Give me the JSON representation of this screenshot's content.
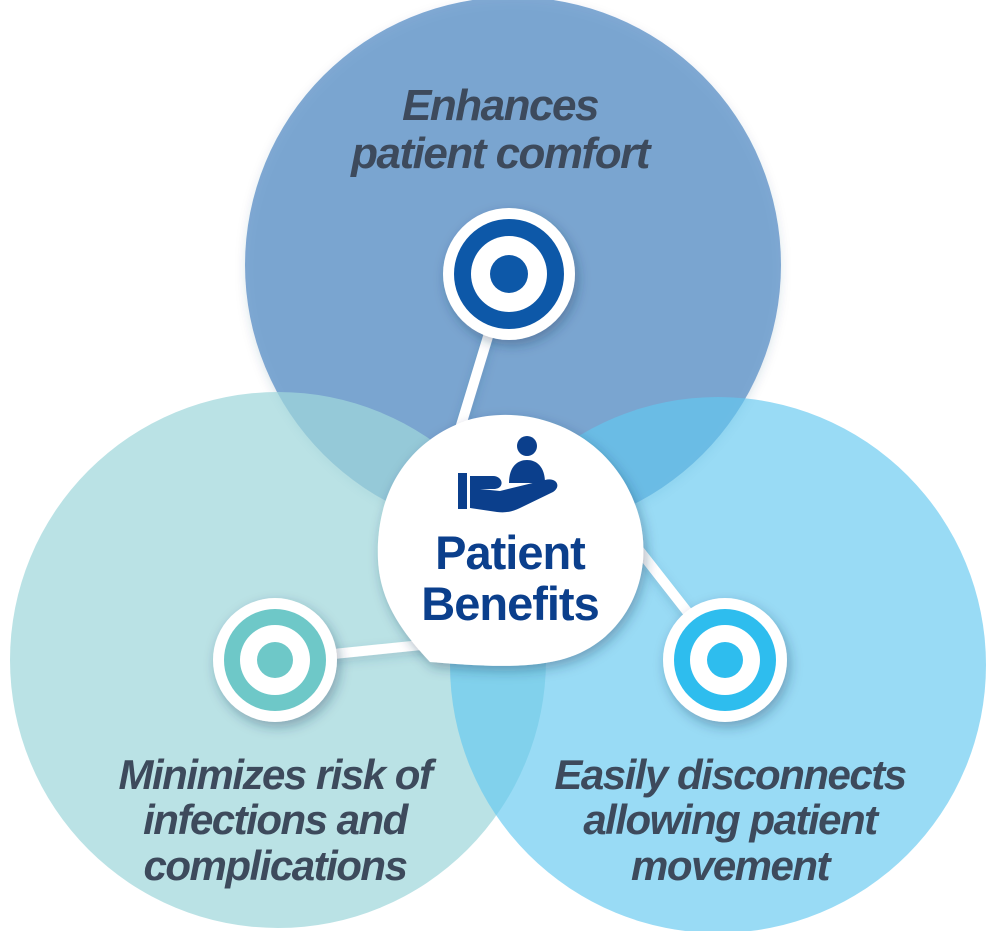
{
  "center": {
    "title_line1": "Patient",
    "title_line2": "Benefits",
    "icon": "patient-care-hand-icon"
  },
  "benefits": [
    {
      "line1": "Enhances",
      "line2": "patient comfort",
      "line3": "",
      "color": "#5e92c8",
      "node_color": "#1159a8"
    },
    {
      "line1": "Minimizes risk of",
      "line2": "infections and",
      "line3": "complications",
      "color": "#b3e0e3",
      "node_color": "#6ec8c8"
    },
    {
      "line1": "Easily disconnects",
      "line2": "allowing patient",
      "line3": "movement",
      "color": "#8fd8f4",
      "node_color": "#2ebdee"
    }
  ],
  "colors": {
    "text": "#3d4a5c",
    "center_text": "#0b3f8c",
    "connector": "#ffffff"
  }
}
